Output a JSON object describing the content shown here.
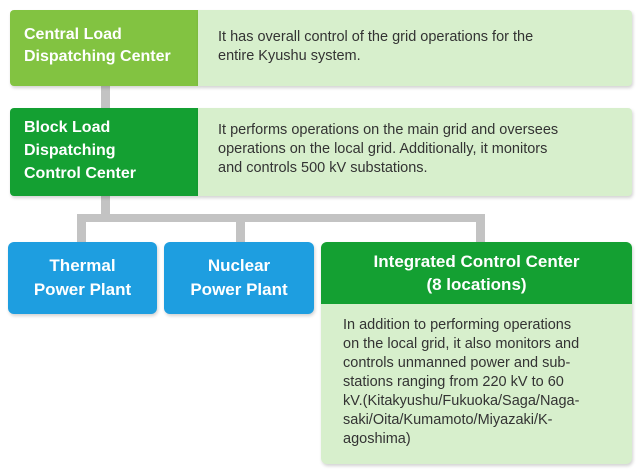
{
  "central": {
    "title_lines": [
      "Central Load",
      "Dispatching Center"
    ],
    "description_lines": [
      "It has overall control of the grid operations for the",
      "entire Kyushu system."
    ]
  },
  "block": {
    "title_lines": [
      "Block Load",
      "Dispatching",
      "Control Center"
    ],
    "description_lines": [
      "It performs operations on the main grid and oversees",
      "operations on the local grid. Additionally, it monitors",
      "and controls 500 kV substations."
    ]
  },
  "thermal": {
    "title_lines": [
      "Thermal",
      "Power Plant"
    ]
  },
  "nuclear": {
    "title_lines": [
      "Nuclear",
      "Power Plant"
    ]
  },
  "integrated": {
    "title_lines": [
      "Integrated Control Center",
      "(8 locations)"
    ],
    "description_lines": [
      "In addition to performing operations",
      "on the local grid, it also monitors and",
      "controls unmanned power and sub-",
      "stations ranging from 220 kV to 60",
      "kV.(Kitakyushu/Fukuoka/Saga/Naga-",
      "saki/Oita/Kumamoto/Miyazaki/K-",
      "agoshima)"
    ]
  },
  "colors": {
    "central_title": "#82c341",
    "block_title": "#14a032",
    "description_bg": "#d7efcc",
    "plant_blue": "#1e9ee0",
    "connector": "#c3c3c3"
  }
}
